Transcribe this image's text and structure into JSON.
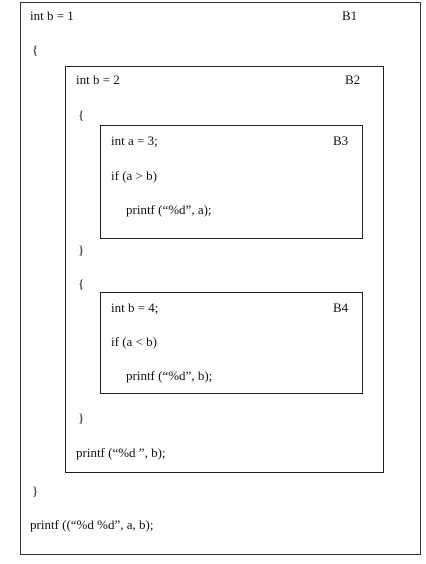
{
  "blocks": {
    "b1": {
      "label": "B1",
      "decl": "int b = 1",
      "open": "{",
      "close": "}",
      "final_stmt": "printf ((“%d %d”, a, b);"
    },
    "b2": {
      "label": "B2",
      "decl": "int b = 2",
      "open1": "{",
      "close1": "}",
      "open2": "{",
      "close2": "}",
      "final_stmt": "printf (“%d ”, b);"
    },
    "b3": {
      "label": "B3",
      "decl": "int a = 3;",
      "cond": "if (a > b)",
      "stmt": "printf (“%d”, a);"
    },
    "b4": {
      "label": "B4",
      "decl": "int b = 4;",
      "cond": "if (a < b)",
      "stmt": "printf (“%d”, b);"
    }
  }
}
